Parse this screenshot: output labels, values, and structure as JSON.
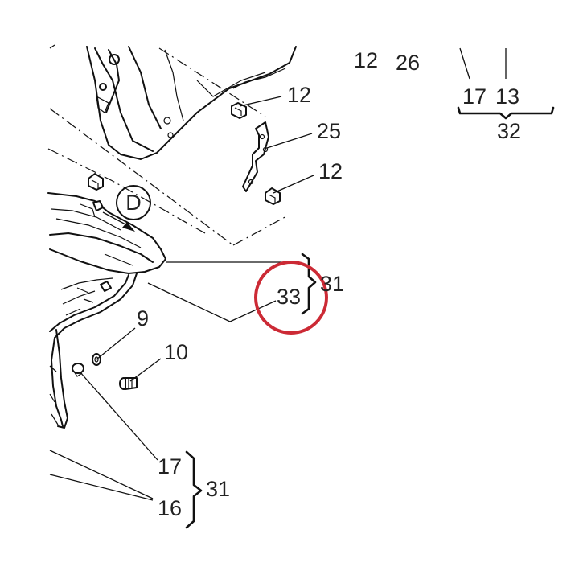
{
  "diagram": {
    "highlight_color": "#cc2a35",
    "ink_color": "#111111",
    "view_marker": "D",
    "callouts": {
      "top_12": "12",
      "top_26": "26",
      "top_17": "17",
      "top_13": "13",
      "top_32": "32",
      "bracket_12_upper": "12",
      "bracket_25": "25",
      "bracket_12_lower": "12",
      "group_31_upper": "31",
      "part_33": "33",
      "part_9": "9",
      "part_10": "10",
      "group_17": "17",
      "group_16": "16",
      "group_31_lower": "31"
    }
  }
}
